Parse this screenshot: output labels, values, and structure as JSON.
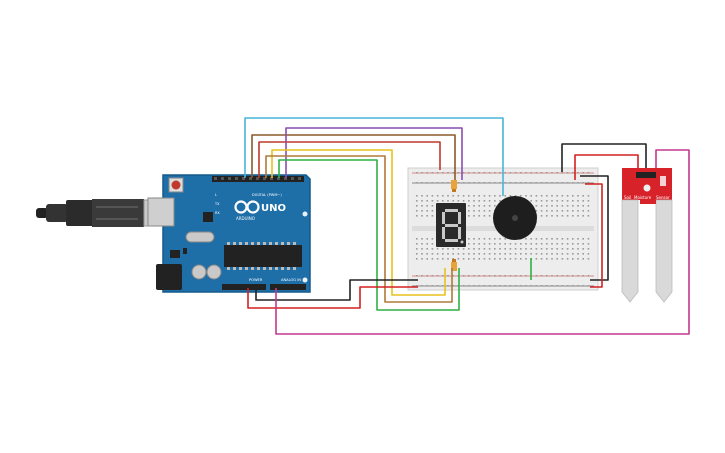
{
  "arduino": {
    "brand": "ARDUINO",
    "model": "UNO",
    "header_digital": "DIGITAL (PWM~)",
    "header_power": "POWER",
    "header_analog": "ANALOG IN",
    "label_tx": "TX",
    "label_rx": "RX",
    "label_l": "L"
  },
  "seven_segment": {
    "digit": "8"
  },
  "sensor": {
    "labels": [
      "Soil",
      "Moisture",
      "Sensor"
    ]
  },
  "colors": {
    "board_blue": "#1e6fa8",
    "sensor_red": "#d8222a",
    "wire_cyan": "#49b5d6",
    "wire_purple": "#8a4db0",
    "wire_brown": "#8b5a2b",
    "wire_red": "#d42020",
    "wire_yellow": "#e8c21c",
    "wire_green": "#2fb044",
    "wire_black": "#222222",
    "wire_magenta": "#c4388f",
    "led_amber": "#e8a33a",
    "breadboard": "#ededed"
  },
  "icons": [
    "usb-cable-icon",
    "breadboard-icon",
    "seven-segment-icon",
    "piezo-buzzer-icon",
    "soil-sensor-icon"
  ]
}
